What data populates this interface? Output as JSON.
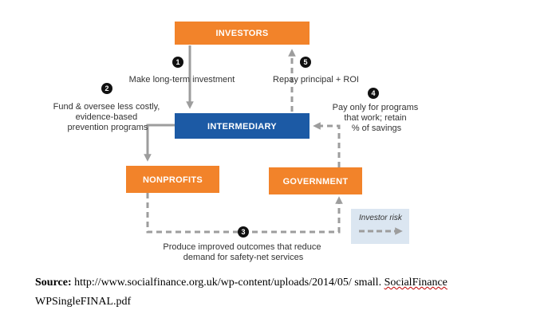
{
  "colors": {
    "orange": "#f2832a",
    "blue": "#1c5aa5",
    "gray_arrow": "#9d9d9d",
    "legend_bg": "#dbe6f1",
    "text": "#333333",
    "badge": "#111111"
  },
  "nodes": {
    "investors": "INVESTORS",
    "intermediary": "INTERMEDIARY",
    "nonprofits": "NONPROFITS",
    "government": "GOVERNMENT"
  },
  "steps": {
    "s1": {
      "number": "1",
      "text": "Make long-term investment"
    },
    "s2": {
      "number": "2",
      "lines": [
        "Fund & oversee less costly,",
        "evidence-based",
        "prevention programs"
      ]
    },
    "s3": {
      "number": "3",
      "lines": [
        "Produce improved outcomes that reduce",
        "demand for safety-net services"
      ]
    },
    "s4": {
      "number": "4",
      "lines": [
        "Pay only for programs",
        "that work; retain",
        "% of savings"
      ]
    },
    "s5": {
      "number": "5",
      "text": "Repay principal + ROI"
    }
  },
  "legend": {
    "label": "Investor risk"
  },
  "source": {
    "label": "Source:",
    "text_line1": " http://www.socialfinance.org.uk/wp-content/uploads/2014/05/ small. ",
    "text_sf": "SocialFinance",
    "text_line2": "WPSingleFINAL.pdf"
  }
}
